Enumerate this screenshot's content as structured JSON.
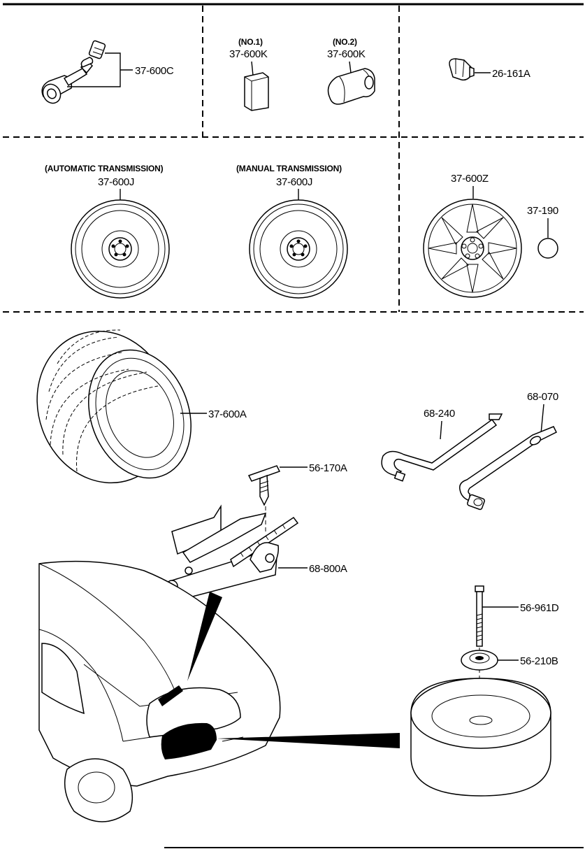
{
  "parts": {
    "valve": "37-600C",
    "tpms_no1_note": "(NO.1)",
    "tpms_no1": "37-600K",
    "tpms_no2_note": "(NO.2)",
    "tpms_no2": "37-600K",
    "lug_nut": "26-161A",
    "spare_wheel_at_note": "(AUTOMATIC TRANSMISSION)",
    "spare_wheel_at": "37-600J",
    "spare_wheel_mt_note": "(MANUAL TRANSMISSION)",
    "spare_wheel_mt": "37-600J",
    "alloy_wheel": "37-600Z",
    "center_cap": "37-190",
    "tire": "37-600A",
    "jack_handle": "68-240",
    "lug_wrench": "68-070",
    "jack_hook": "56-170A",
    "jack": "68-800A",
    "bolt": "56-961D",
    "spacer": "56-210B"
  }
}
